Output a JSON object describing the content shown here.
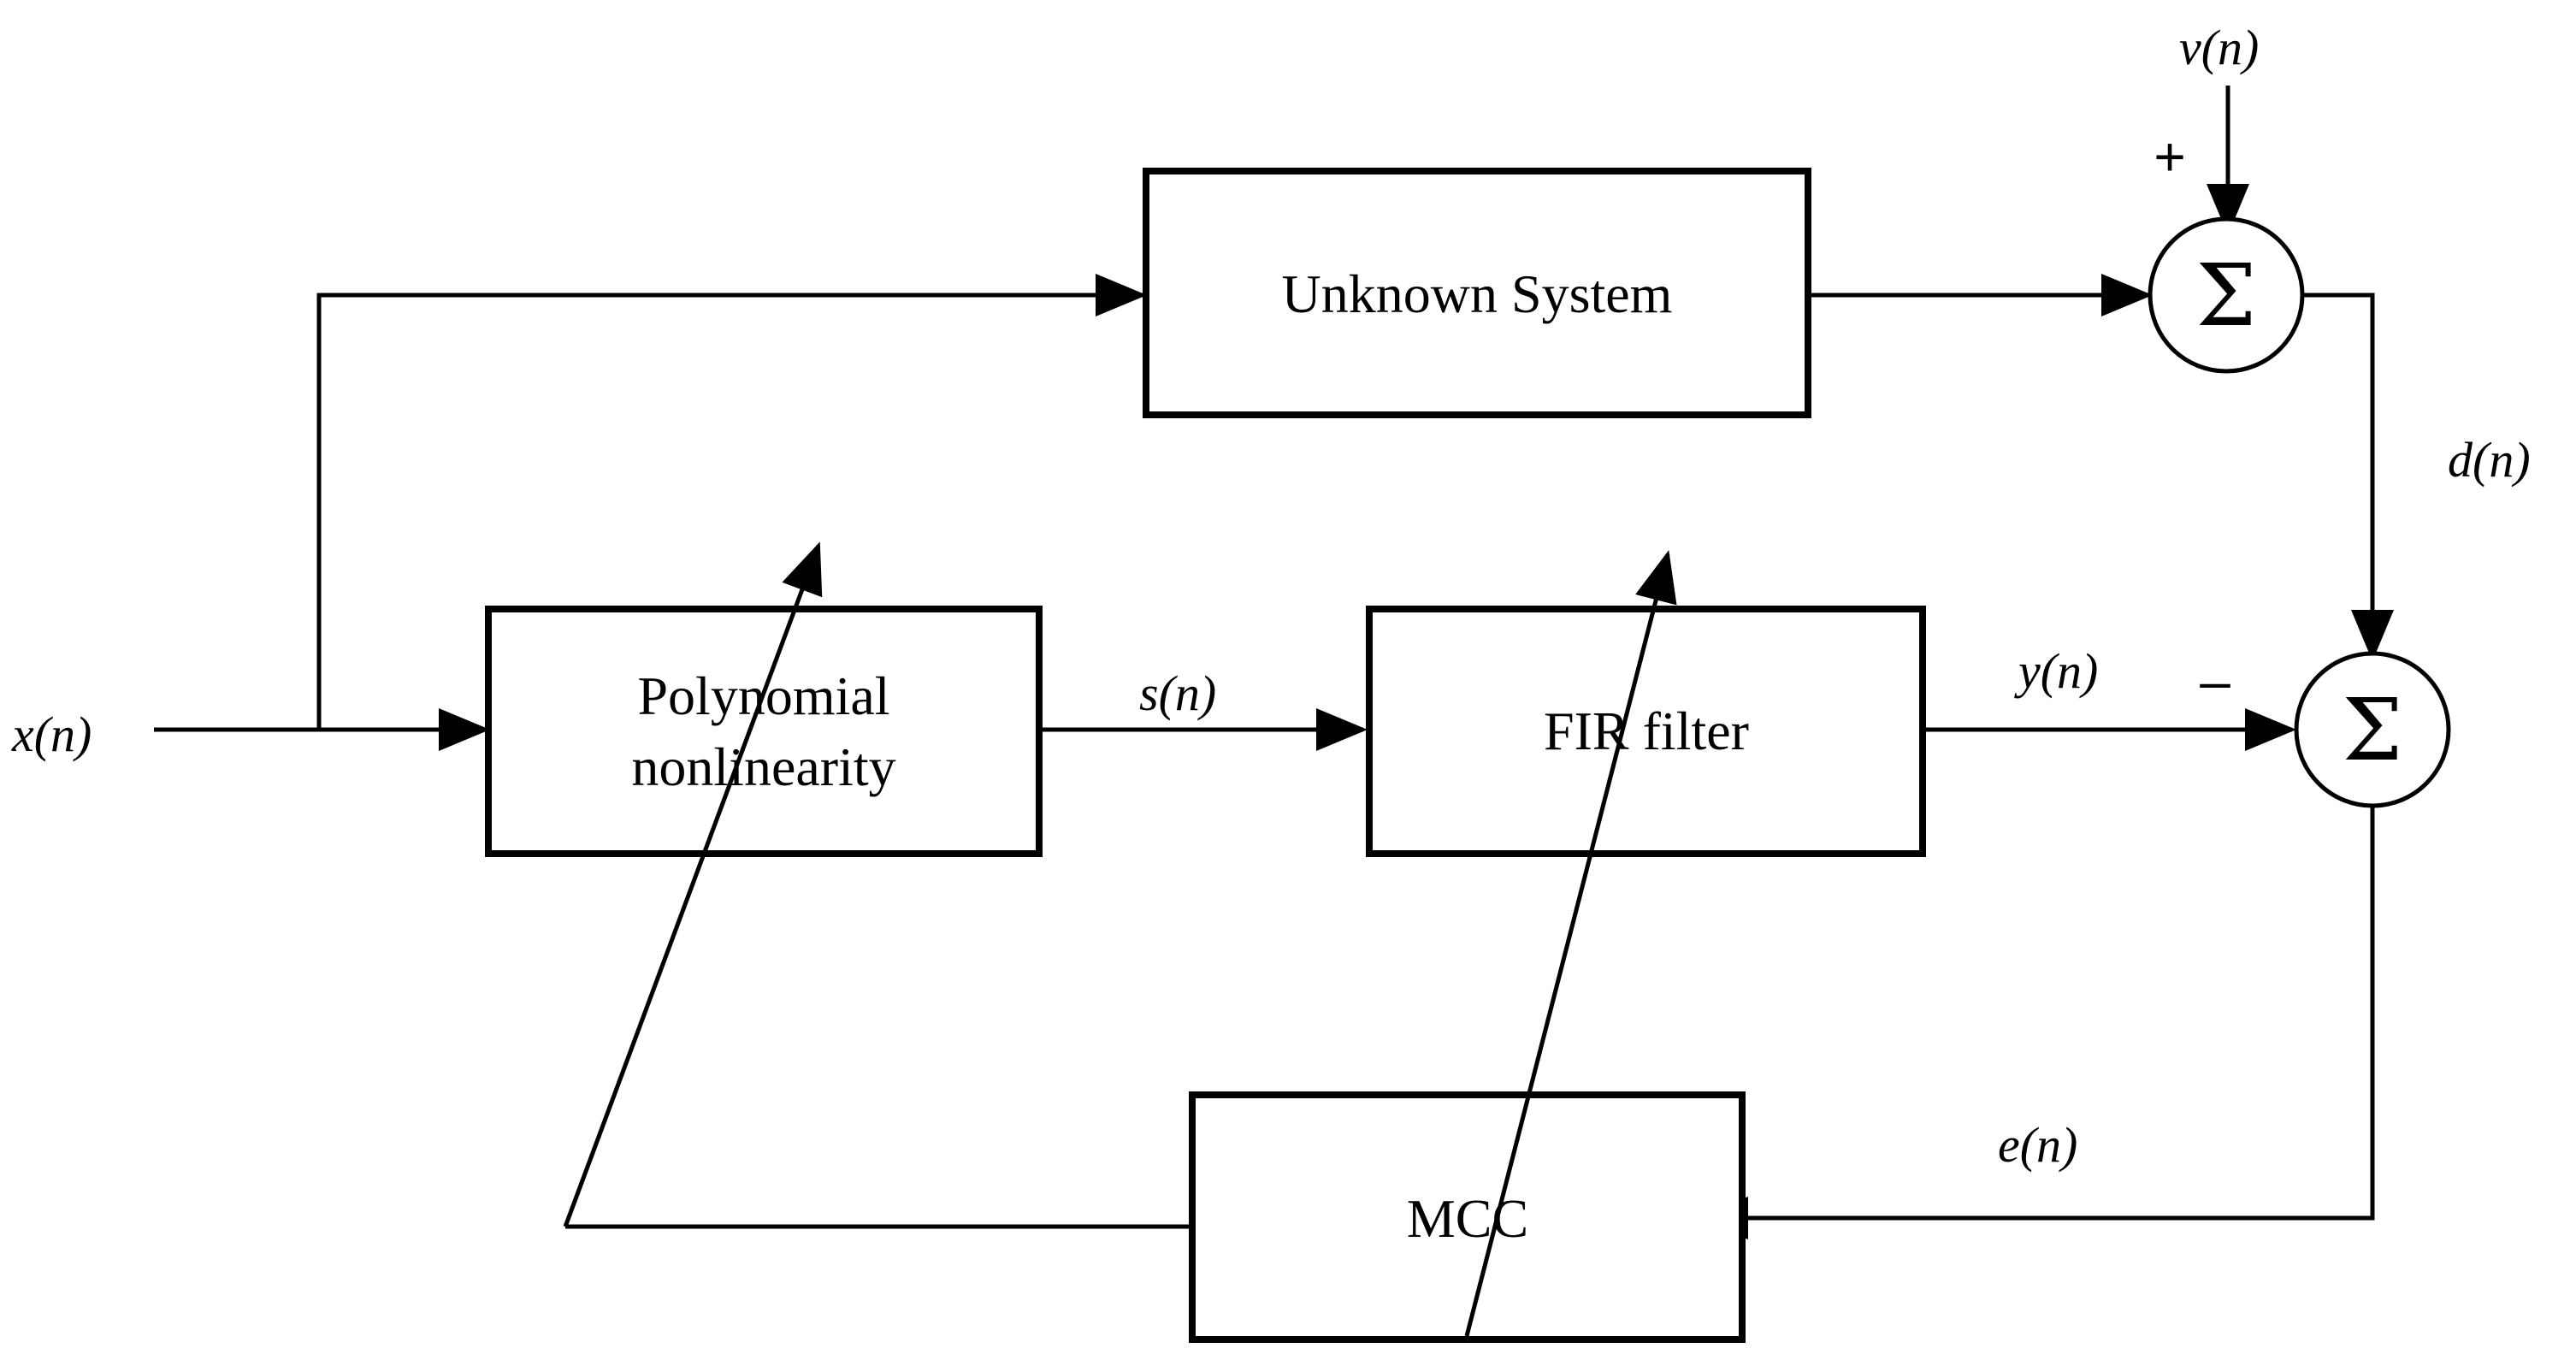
{
  "blocks": {
    "unknown_system": "Unknown System",
    "polynomial_line1": "Polynomial",
    "polynomial_line2": "nonlinearity",
    "fir_filter": "FIR filter",
    "mcc": "MCC"
  },
  "signals": {
    "input": "x(n)",
    "noise": "v(n)",
    "desired": "d(n)",
    "intermediate": "s(n)",
    "output": "y(n)",
    "error": "e(n)"
  },
  "summing_junctions": {
    "symbol": "Σ",
    "top_plus_sign": "+",
    "bottom_minus_sign": "–"
  }
}
